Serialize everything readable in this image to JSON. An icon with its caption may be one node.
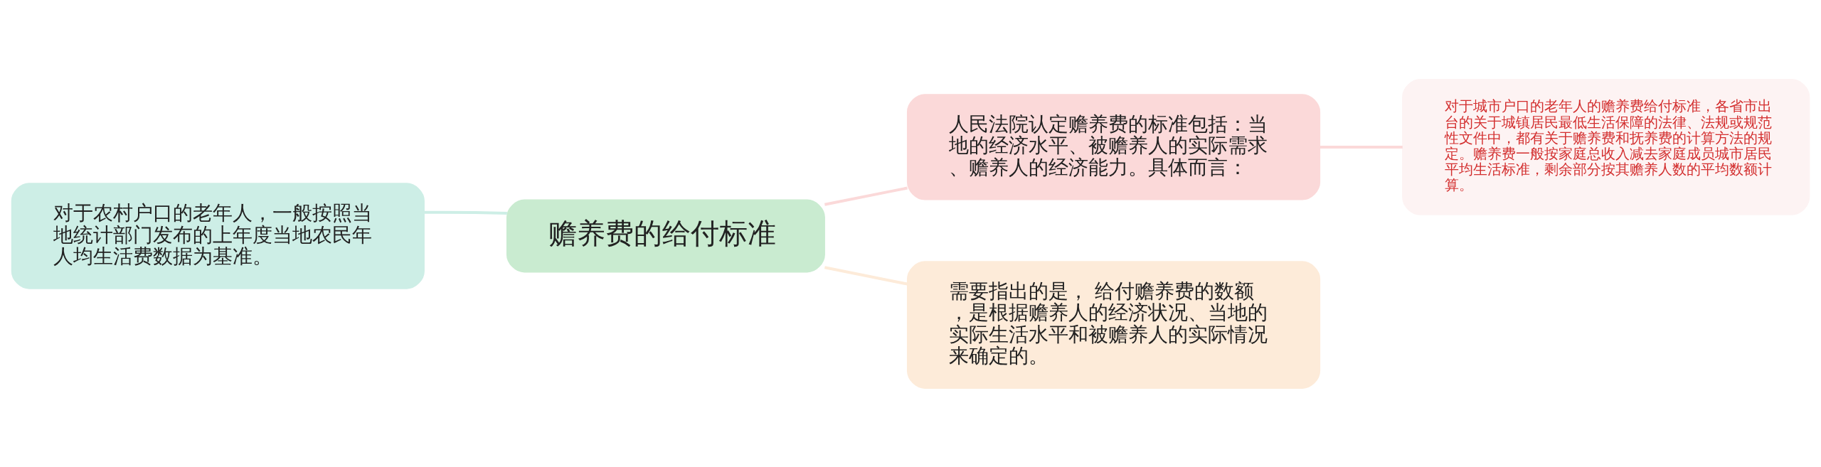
{
  "diagram": {
    "nodes": [
      {
        "text": [
          "对于农村户口的老年人，一般按照当地统计部门发布的上年度当地农民年人均生活费数据为基准。"
        ]
      },
      {
        "text": [
          "赡养费的给付标准"
        ]
      },
      {
        "text": [
          "人民法院认定赡养费的标准包括：当地的经济水平、被赡养人的实际需求、赡养人的经济能力。具体而言："
        ]
      },
      {
        "text": [
          "对于城市户口的老年人的赡养费给付标准，各省市出台的关于城镇居民最低生活保障的法律、法规或规范性文件中，都有关于赡养费和抚养费的计算方法的规定。赡养费一般按家庭总收入减去家庭成员城市居民平均生活标准，剩余部分按其赡养人数的平均数额计算。"
        ]
      },
      {
        "text": [
          "需要指出的是， 给付赡养费的数额，是根据赡养人的经济状况、当地的实际生活水平和被赡养人的实际情况来确定的。"
        ]
      }
    ],
    "edges": [
      {
        "from": 1,
        "to": 0,
        "arrow": "none",
        "color": "#cdeee6"
      },
      {
        "from": 1,
        "to": 2,
        "arrow": "none",
        "color": "#fbd9d9"
      },
      {
        "from": 2,
        "to": 3,
        "arrow": "none",
        "color": "#fbd9d9"
      },
      {
        "from": 1,
        "to": 4,
        "arrow": "none",
        "color": "#fdebd9"
      }
    ]
  }
}
